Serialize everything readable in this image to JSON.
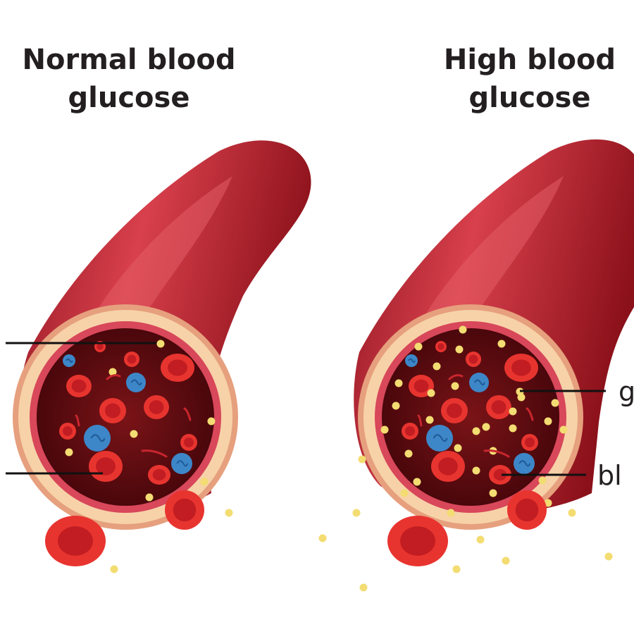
{
  "panels": [
    {
      "title_line1": "Normal blood",
      "title_line2": "glucose"
    },
    {
      "title_line1": "High blood",
      "title_line2": "glucose"
    }
  ],
  "callouts": {
    "right_glucose": "g",
    "right_blood_cell": "bl"
  },
  "colors": {
    "vessel": "#b0202a",
    "vessel_dark": "#7a0c14",
    "vessel_highlight": "#e04a56",
    "wall": "#f6cfa3",
    "lumen": "#5a0a0e",
    "red_cell": "#e0302e",
    "white_cell": "#3d86c8",
    "glucose": "#f3dc72"
  }
}
